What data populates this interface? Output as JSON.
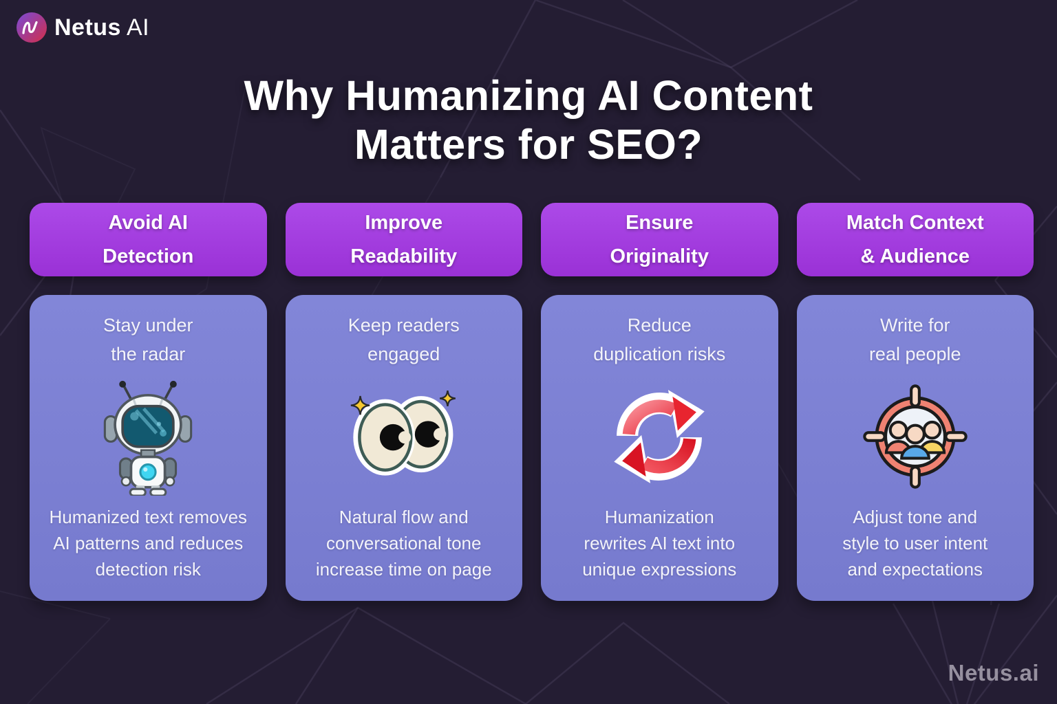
{
  "brand": {
    "logo_bold": "Netus",
    "logo_light": "AI",
    "footer": "Netus.ai"
  },
  "title": {
    "line1": "Why Humanizing AI Content",
    "line2": "Matters for SEO?"
  },
  "columns": [
    {
      "id": "avoid-ai-detection",
      "header_line1": "Avoid AI",
      "header_line2": "Detection",
      "tagline_line1": "Stay under",
      "tagline_line2": "the radar",
      "icon": "robot-icon",
      "desc_line1": "Humanized text removes",
      "desc_line2": "AI patterns and reduces",
      "desc_line3": "detection risk"
    },
    {
      "id": "improve-readability",
      "header_line1": "Improve",
      "header_line2": "Readability",
      "tagline_line1": "Keep readers",
      "tagline_line2": "engaged",
      "icon": "eyes-icon",
      "desc_line1": "Natural flow and",
      "desc_line2": "conversational tone",
      "desc_line3": "increase time on page"
    },
    {
      "id": "ensure-originality",
      "header_line1": "Ensure",
      "header_line2": "Originality",
      "tagline_line1": "Reduce",
      "tagline_line2": "duplication risks",
      "icon": "refresh-icon",
      "desc_line1": "Humanization",
      "desc_line2": "rewrites AI text into",
      "desc_line3": "unique expressions"
    },
    {
      "id": "match-context-audience",
      "header_line1": "Match Context",
      "header_line2": "& Audience",
      "tagline_line1": "Write for",
      "tagline_line2": "real people",
      "icon": "target-icon",
      "desc_line1": "Adjust tone and",
      "desc_line2": "style to user intent",
      "desc_line3": "and expectations"
    }
  ],
  "colors": {
    "background": "#241d33",
    "pill_purple": "#a23fe0",
    "card_lavender": "#7b7ed1",
    "logo_gradient_start": "#7a4bd8",
    "logo_gradient_end": "#d6304a",
    "refresh_red": "#e8242f",
    "target_coral": "#ef8272",
    "robot_cyan": "#3fd6f2",
    "sparkle_yellow": "#f6c832",
    "footer_gray": "#96909f"
  }
}
